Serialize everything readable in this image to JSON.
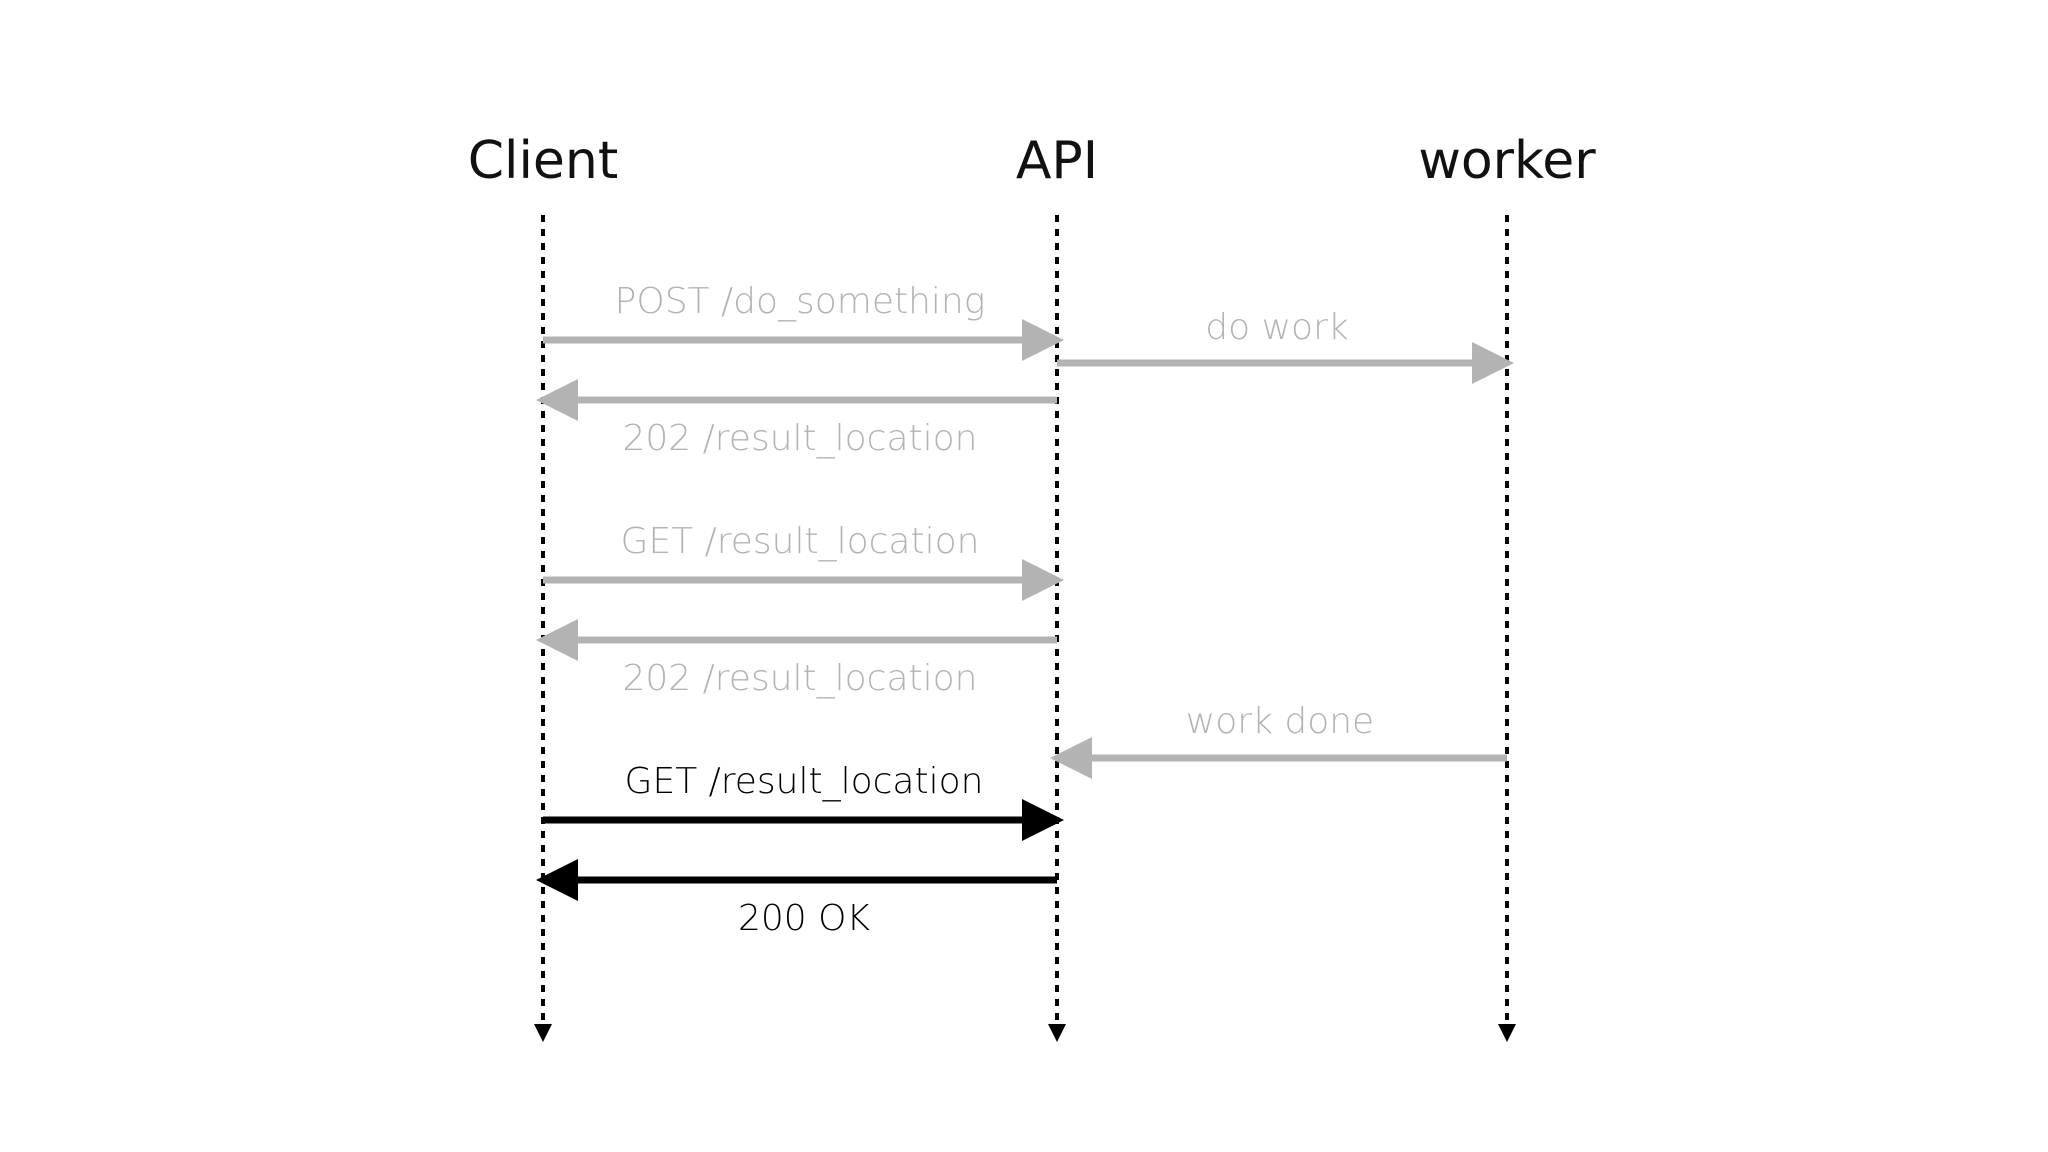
{
  "diagram": {
    "type": "sequence",
    "colors": {
      "active": "#000000",
      "inactive": "#b3b3b3",
      "lifeline": "#000000",
      "actor_text": "#111111"
    },
    "actors": [
      {
        "id": "client",
        "label": "Client"
      },
      {
        "id": "api",
        "label": "API"
      },
      {
        "id": "worker",
        "label": "worker"
      }
    ],
    "messages": [
      {
        "from": "client",
        "to": "api",
        "label": "POST /do_something",
        "state": "inactive"
      },
      {
        "from": "api",
        "to": "worker",
        "label": "do work",
        "state": "inactive"
      },
      {
        "from": "api",
        "to": "client",
        "label": "202 /result_location",
        "state": "inactive"
      },
      {
        "from": "client",
        "to": "api",
        "label": "GET /result_location",
        "state": "inactive"
      },
      {
        "from": "api",
        "to": "client",
        "label": "202 /result_location",
        "state": "inactive"
      },
      {
        "from": "worker",
        "to": "api",
        "label": "work done",
        "state": "inactive"
      },
      {
        "from": "client",
        "to": "api",
        "label": "GET /result_location",
        "state": "active"
      },
      {
        "from": "api",
        "to": "client",
        "label": "200 OK",
        "state": "active"
      }
    ]
  }
}
